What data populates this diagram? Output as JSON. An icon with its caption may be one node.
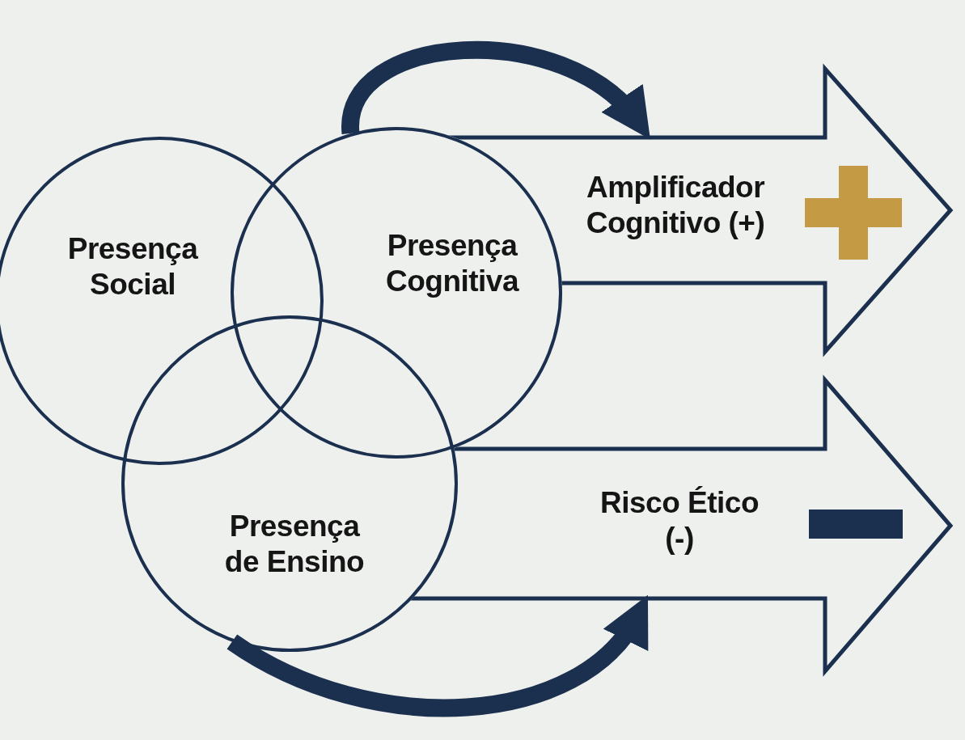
{
  "diagram": {
    "nodes": [
      {
        "text": [
          "Presença Social"
        ]
      },
      {
        "text": [
          "Presença Cognitiva"
        ]
      },
      {
        "text": [
          "Presença de Ensino"
        ]
      },
      {
        "text": [
          "Amplificador Cognitivo (+)"
        ]
      },
      {
        "text": [
          "Risco Ético (-)"
        ]
      }
    ],
    "edges": [
      {
        "from": 1,
        "to": 3,
        "arrow": "to"
      },
      {
        "from": 2,
        "to": 4,
        "arrow": "to"
      }
    ]
  }
}
